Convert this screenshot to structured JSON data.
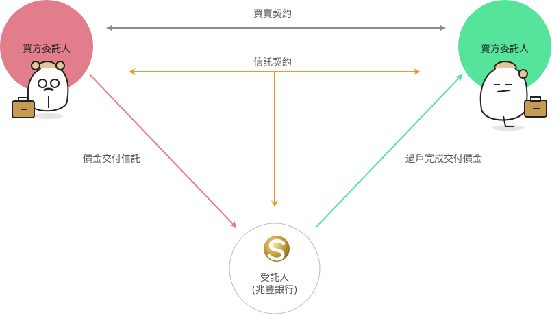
{
  "nodes": {
    "buyer": {
      "label": "買方委託人",
      "color": "#e27d8c"
    },
    "seller": {
      "label": "賣方委託人",
      "color": "#56e39a"
    },
    "trustee": {
      "label": "受託人",
      "sublabel": "(兆豐銀行)",
      "border_color": "#bcbcbc"
    }
  },
  "edges": {
    "sale_contract": {
      "label": "買賣契約",
      "color": "#8a8a8a"
    },
    "trust_contract": {
      "label": "信託契約",
      "color": "#f0962a"
    },
    "payment_trust": {
      "label": "價金交付信託",
      "color": "#e27d8c"
    },
    "transfer_payment": {
      "label": "過戶完成交付價金",
      "color": "#56e39a"
    }
  },
  "icons": {
    "bank_logo": "mega-bank-logo-icon",
    "buyer_mascot": "buyer-mascot-icon",
    "seller_mascot": "seller-mascot-icon"
  }
}
